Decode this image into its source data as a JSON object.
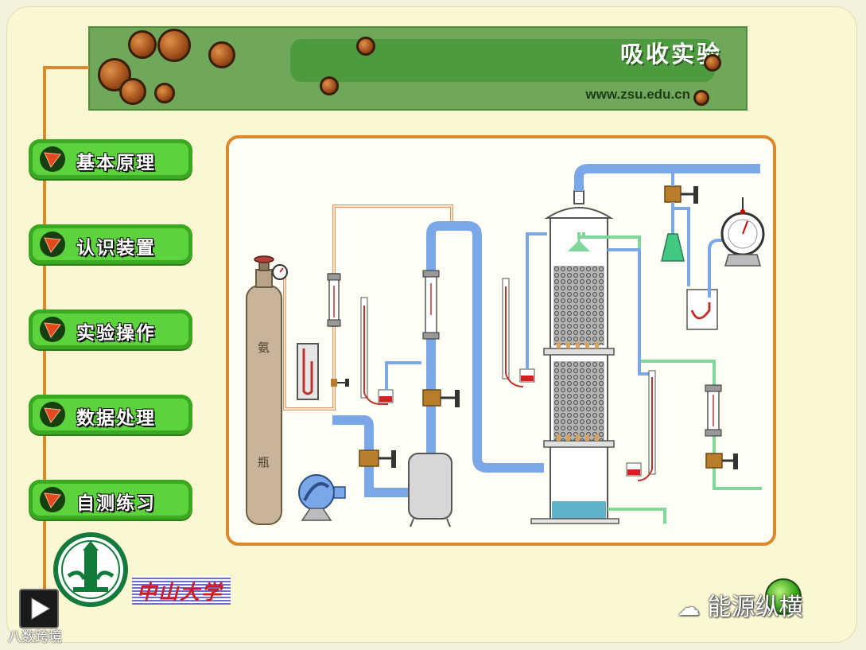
{
  "header": {
    "title": "吸收实验",
    "url": "www.zsu.edu.cn"
  },
  "menu": {
    "items": [
      {
        "label": "基本原理"
      },
      {
        "label": "认识装置"
      },
      {
        "label": "实验操作"
      },
      {
        "label": "数据处理"
      },
      {
        "label": "自测练习"
      }
    ]
  },
  "diagram": {
    "cylinder_label_top": "氨",
    "cylinder_label_bottom": "瓶"
  },
  "footer": {
    "university_name": "中山大学",
    "watermark_left": "八数跨境",
    "watermark_right": "能源纵横"
  },
  "icons": {
    "play": "play-icon",
    "menu_arrow": "triangle-down-icon"
  },
  "colors": {
    "header_green": "#6fa85a",
    "menu_green": "#5cd33c",
    "frame_orange": "#d9892b",
    "pipe_blue": "#7aa7e8",
    "bead_brown": "#a4521c"
  }
}
